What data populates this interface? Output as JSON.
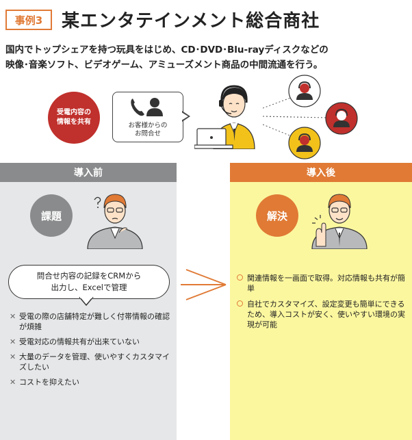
{
  "header": {
    "case_label": "事例3",
    "title": "某エンタテインメント総合商社"
  },
  "description": {
    "line1": "国内でトップシェアを持つ玩具をはじめ、CD･DVD･Blu-rayディスクなどの",
    "line2": "映像･音楽ソフト、ビデオゲーム、アミューズメント商品の中間流通を行う。"
  },
  "illustration": {
    "shared_info_line1": "受電内容の",
    "shared_info_line2": "情報を共有",
    "inquiry_line1": "お客様からの",
    "inquiry_line2": "お問合せ"
  },
  "before": {
    "header": "導入前",
    "tag": "課題",
    "speech_line1": "問合せ内容の記録をCRMから",
    "speech_line2": "出力し、Excelで管理",
    "issues": [
      "受電の際の店舗特定が難しく付帯情報の確認が煩雑",
      "受電対応の情報共有が出来ていない",
      "大量のデータを管理、使いやすくカスタマイズしたい",
      "コストを抑えたい"
    ]
  },
  "after": {
    "header": "導入後",
    "tag": "解決",
    "solutions": [
      "関連情報を一画面で取得。対応情報も共有が簡単",
      "自社でカスタマイズ、設定変更も簡単にできるため、導入コストが安く、使いやすい環境の実現が可能"
    ]
  },
  "colors": {
    "accent_orange": "#e07a35",
    "panel_gray": "#e6e7e8",
    "panel_yellow": "#fbf79f",
    "header_gray": "#8a8b8c",
    "red": "#c0302c",
    "operator_yellow": "#f2c21b"
  }
}
